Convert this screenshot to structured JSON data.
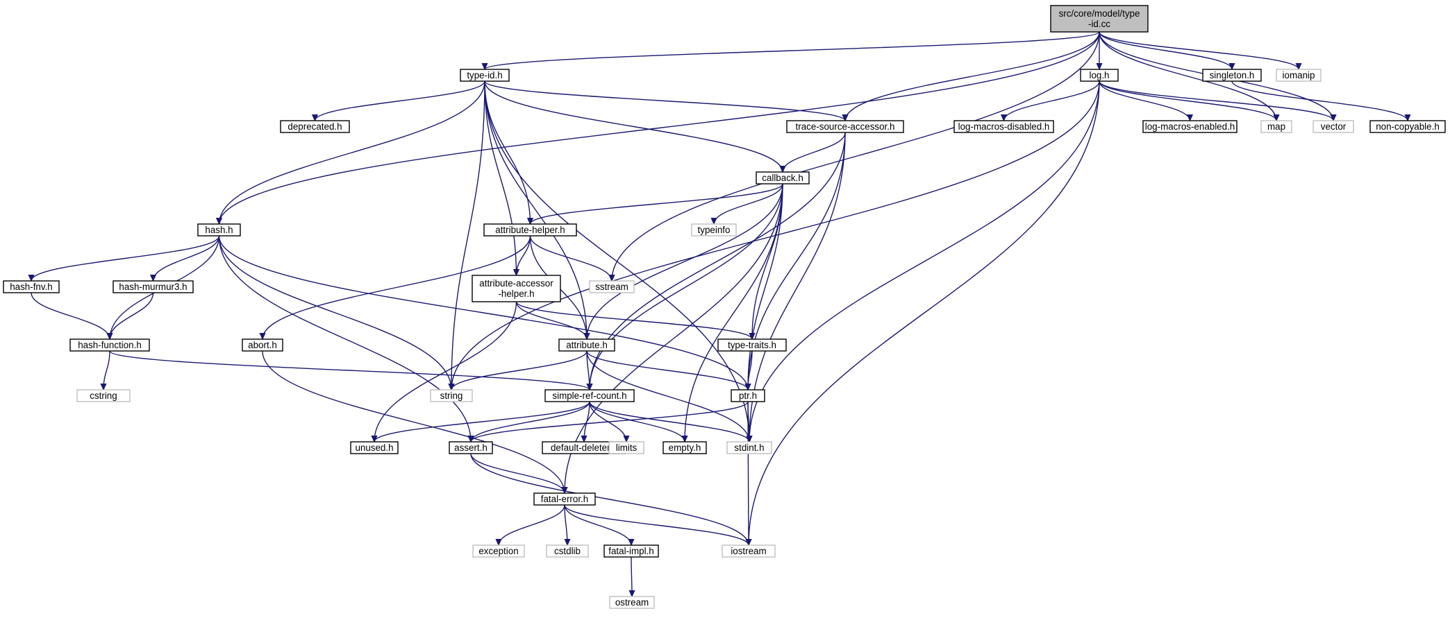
{
  "colors": {
    "edge": "#191970",
    "main_fill": "#bfbfbf",
    "local_border": "#000000",
    "system_border": "#bfbfbf"
  },
  "nodes": [
    {
      "id": "typeid_cc",
      "lines": [
        "src/core/model/type",
        "-id.cc"
      ],
      "kind": "main"
    },
    {
      "id": "typeid_h",
      "lines": [
        "type-id.h"
      ],
      "kind": "local"
    },
    {
      "id": "log_h",
      "lines": [
        "log.h"
      ],
      "kind": "local"
    },
    {
      "id": "singleton_h",
      "lines": [
        "singleton.h"
      ],
      "kind": "local"
    },
    {
      "id": "iomanip",
      "lines": [
        "iomanip"
      ],
      "kind": "system"
    },
    {
      "id": "deprecated_h",
      "lines": [
        "deprecated.h"
      ],
      "kind": "local"
    },
    {
      "id": "tsa_h",
      "lines": [
        "trace-source-accessor.h"
      ],
      "kind": "local"
    },
    {
      "id": "lmd_h",
      "lines": [
        "log-macros-disabled.h"
      ],
      "kind": "local"
    },
    {
      "id": "lme_h",
      "lines": [
        "log-macros-enabled.h"
      ],
      "kind": "local"
    },
    {
      "id": "map",
      "lines": [
        "map"
      ],
      "kind": "system"
    },
    {
      "id": "vector",
      "lines": [
        "vector"
      ],
      "kind": "system"
    },
    {
      "id": "noncopy_h",
      "lines": [
        "non-copyable.h"
      ],
      "kind": "local"
    },
    {
      "id": "callback_h",
      "lines": [
        "callback.h"
      ],
      "kind": "local"
    },
    {
      "id": "hash_h",
      "lines": [
        "hash.h"
      ],
      "kind": "local"
    },
    {
      "id": "attrhelper_h",
      "lines": [
        "attribute-helper.h"
      ],
      "kind": "local"
    },
    {
      "id": "typeinfo",
      "lines": [
        "typeinfo"
      ],
      "kind": "system"
    },
    {
      "id": "hashfnv_h",
      "lines": [
        "hash-fnv.h"
      ],
      "kind": "local"
    },
    {
      "id": "hashmm3_h",
      "lines": [
        "hash-murmur3.h"
      ],
      "kind": "local"
    },
    {
      "id": "aah_h",
      "lines": [
        "attribute-accessor",
        "-helper.h"
      ],
      "kind": "local"
    },
    {
      "id": "sstream",
      "lines": [
        "sstream"
      ],
      "kind": "system"
    },
    {
      "id": "hashfunc_h",
      "lines": [
        "hash-function.h"
      ],
      "kind": "local"
    },
    {
      "id": "abort_h",
      "lines": [
        "abort.h"
      ],
      "kind": "local"
    },
    {
      "id": "attribute_h",
      "lines": [
        "attribute.h"
      ],
      "kind": "local"
    },
    {
      "id": "typetraits_h",
      "lines": [
        "type-traits.h"
      ],
      "kind": "local"
    },
    {
      "id": "cstring",
      "lines": [
        "cstring"
      ],
      "kind": "system"
    },
    {
      "id": "string",
      "lines": [
        "string"
      ],
      "kind": "system"
    },
    {
      "id": "src_h",
      "lines": [
        "simple-ref-count.h"
      ],
      "kind": "local"
    },
    {
      "id": "ptr_h",
      "lines": [
        "ptr.h"
      ],
      "kind": "local"
    },
    {
      "id": "unused_h",
      "lines": [
        "unused.h"
      ],
      "kind": "local"
    },
    {
      "id": "assert_h",
      "lines": [
        "assert.h"
      ],
      "kind": "local"
    },
    {
      "id": "defdel_h",
      "lines": [
        "default-deleter.h"
      ],
      "kind": "local"
    },
    {
      "id": "limits",
      "lines": [
        "limits"
      ],
      "kind": "system"
    },
    {
      "id": "empty_h",
      "lines": [
        "empty.h"
      ],
      "kind": "local"
    },
    {
      "id": "stdint_h",
      "lines": [
        "stdint.h"
      ],
      "kind": "system"
    },
    {
      "id": "fatalerr_h",
      "lines": [
        "fatal-error.h"
      ],
      "kind": "local"
    },
    {
      "id": "exception",
      "lines": [
        "exception"
      ],
      "kind": "system"
    },
    {
      "id": "cstdlib",
      "lines": [
        "cstdlib"
      ],
      "kind": "system"
    },
    {
      "id": "fatalimpl_h",
      "lines": [
        "fatal-impl.h"
      ],
      "kind": "local"
    },
    {
      "id": "iostream",
      "lines": [
        "iostream"
      ],
      "kind": "system"
    },
    {
      "id": "ostream",
      "lines": [
        "ostream"
      ],
      "kind": "system"
    }
  ],
  "edges": [
    [
      "typeid_cc",
      "typeid_h"
    ],
    [
      "typeid_cc",
      "hash_h"
    ],
    [
      "typeid_cc",
      "log_h"
    ],
    [
      "typeid_cc",
      "singleton_h"
    ],
    [
      "typeid_cc",
      "iomanip"
    ],
    [
      "typeid_cc",
      "tsa_h"
    ],
    [
      "typeid_cc",
      "sstream"
    ],
    [
      "typeid_cc",
      "map"
    ],
    [
      "typeid_cc",
      "vector"
    ],
    [
      "typeid_h",
      "deprecated_h"
    ],
    [
      "typeid_h",
      "tsa_h"
    ],
    [
      "typeid_h",
      "callback_h"
    ],
    [
      "typeid_h",
      "hash_h"
    ],
    [
      "typeid_h",
      "attrhelper_h"
    ],
    [
      "typeid_h",
      "aah_h"
    ],
    [
      "typeid_h",
      "attribute_h"
    ],
    [
      "typeid_h",
      "string"
    ],
    [
      "typeid_h",
      "stdint_h"
    ],
    [
      "log_h",
      "lmd_h"
    ],
    [
      "log_h",
      "lme_h"
    ],
    [
      "log_h",
      "map"
    ],
    [
      "log_h",
      "vector"
    ],
    [
      "log_h",
      "string"
    ],
    [
      "log_h",
      "stdint_h"
    ],
    [
      "log_h",
      "iostream"
    ],
    [
      "singleton_h",
      "noncopy_h"
    ],
    [
      "tsa_h",
      "callback_h"
    ],
    [
      "tsa_h",
      "ptr_h"
    ],
    [
      "tsa_h",
      "src_h"
    ],
    [
      "tsa_h",
      "stdint_h"
    ],
    [
      "callback_h",
      "attrhelper_h"
    ],
    [
      "callback_h",
      "typeinfo"
    ],
    [
      "callback_h",
      "attribute_h"
    ],
    [
      "callback_h",
      "typetraits_h"
    ],
    [
      "callback_h",
      "src_h"
    ],
    [
      "callback_h",
      "ptr_h"
    ],
    [
      "callback_h",
      "empty_h"
    ],
    [
      "callback_h",
      "fatalerr_h"
    ],
    [
      "hash_h",
      "hashfnv_h"
    ],
    [
      "hash_h",
      "hashmm3_h"
    ],
    [
      "hash_h",
      "hashfunc_h"
    ],
    [
      "hash_h",
      "string"
    ],
    [
      "hash_h",
      "ptr_h"
    ],
    [
      "hash_h",
      "assert_h"
    ],
    [
      "attrhelper_h",
      "aah_h"
    ],
    [
      "attrhelper_h",
      "sstream"
    ],
    [
      "attrhelper_h",
      "abort_h"
    ],
    [
      "attrhelper_h",
      "attribute_h"
    ],
    [
      "hashfnv_h",
      "hashfunc_h"
    ],
    [
      "hashmm3_h",
      "hashfunc_h"
    ],
    [
      "aah_h",
      "attribute_h"
    ],
    [
      "aah_h",
      "typetraits_h"
    ],
    [
      "aah_h",
      "unused_h"
    ],
    [
      "hashfunc_h",
      "cstring"
    ],
    [
      "hashfunc_h",
      "src_h"
    ],
    [
      "abort_h",
      "fatalerr_h"
    ],
    [
      "attribute_h",
      "string"
    ],
    [
      "attribute_h",
      "src_h"
    ],
    [
      "attribute_h",
      "ptr_h"
    ],
    [
      "attribute_h",
      "stdint_h"
    ],
    [
      "typetraits_h",
      "ptr_h"
    ],
    [
      "src_h",
      "unused_h"
    ],
    [
      "src_h",
      "assert_h"
    ],
    [
      "src_h",
      "defdel_h"
    ],
    [
      "src_h",
      "limits"
    ],
    [
      "src_h",
      "empty_h"
    ],
    [
      "src_h",
      "stdint_h"
    ],
    [
      "ptr_h",
      "assert_h"
    ],
    [
      "ptr_h",
      "stdint_h"
    ],
    [
      "ptr_h",
      "iostream"
    ],
    [
      "assert_h",
      "fatalerr_h"
    ],
    [
      "assert_h",
      "iostream"
    ],
    [
      "fatalerr_h",
      "exception"
    ],
    [
      "fatalerr_h",
      "cstdlib"
    ],
    [
      "fatalerr_h",
      "fatalimpl_h"
    ],
    [
      "fatalerr_h",
      "iostream"
    ],
    [
      "fatalimpl_h",
      "ostream"
    ]
  ]
}
